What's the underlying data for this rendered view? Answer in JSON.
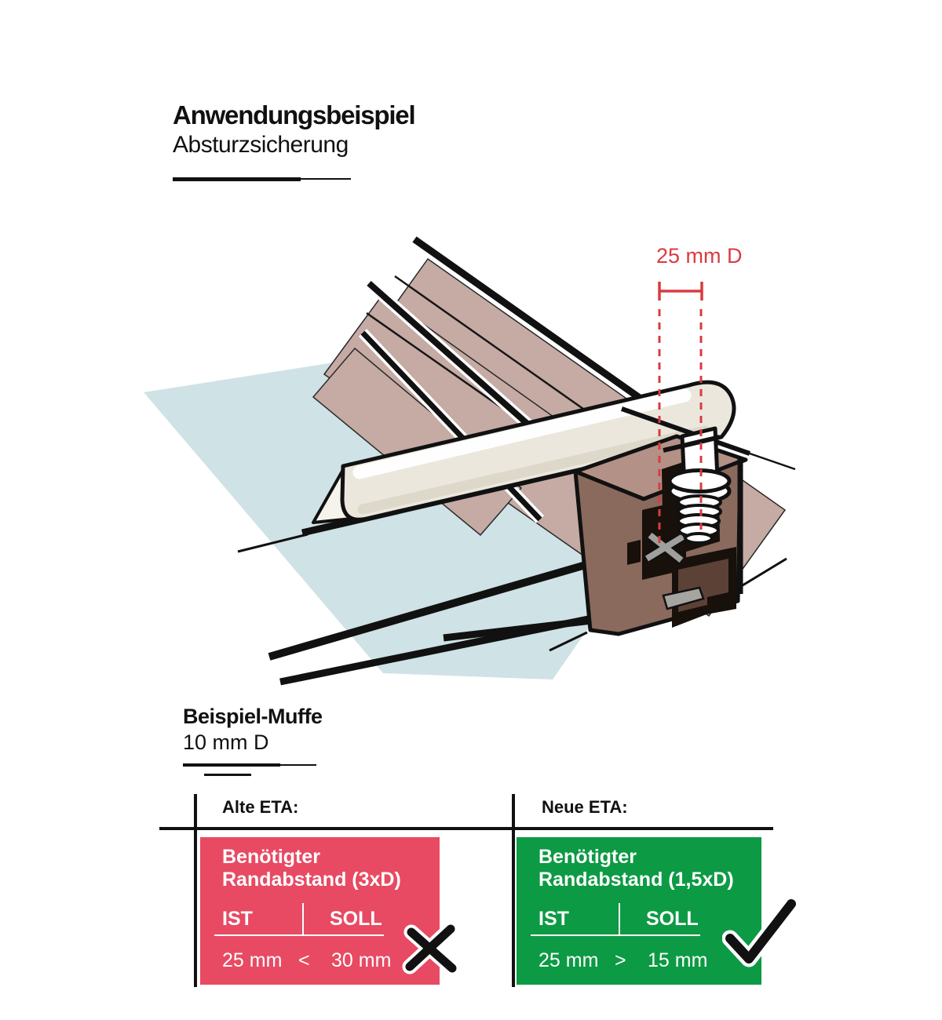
{
  "header": {
    "title": "Anwendungsbeispiel",
    "subtitle": "Absturzsicherung"
  },
  "illustration": {
    "dimension_label": "25 mm D",
    "colors": {
      "glass_blue": "#cfe2e5",
      "panel_taupe": "#c5aba4",
      "tube_cream": "#ece7dd",
      "profile_front_brown": "#8a6a5d",
      "profile_top_brown": "#b39186",
      "cavity_black": "#17100b",
      "annotation_red": "#d93b40",
      "outline_black": "#111111"
    }
  },
  "example": {
    "title": "Beispiel-Muffe",
    "subtitle": "10 mm D"
  },
  "comparison": {
    "old": {
      "label": "Alte ETA:",
      "requirement_line1": "Benötigter",
      "requirement_line2": "Randabstand (3xD)",
      "ist_label": "IST",
      "soll_label": "SOLL",
      "ist_value": "25 mm",
      "relation": "<",
      "soll_value": "30 mm",
      "result": "fail",
      "box_color": "#e84a63"
    },
    "new": {
      "label": "Neue ETA:",
      "requirement_line1": "Benötigter",
      "requirement_line2": "Randabstand (1,5xD)",
      "ist_label": "IST",
      "soll_label": "SOLL",
      "ist_value": "25 mm",
      "relation": ">",
      "soll_value": "15 mm",
      "result": "pass",
      "box_color": "#0d9a44"
    }
  }
}
